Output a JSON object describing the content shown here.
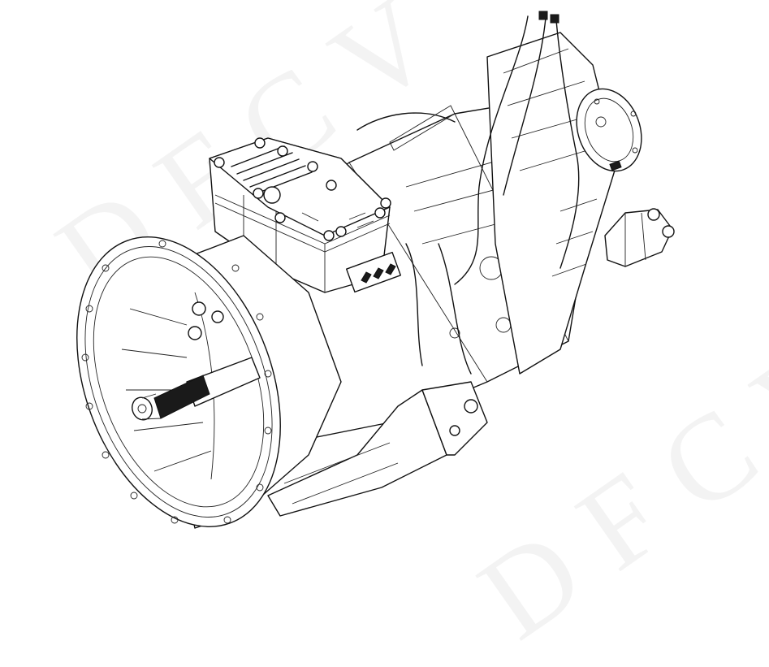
{
  "figure": {
    "subject": "Truck transmission assembly (isometric line drawing)",
    "style": "black line art on white background",
    "background_color": "#ffffff",
    "line_color": "#111111"
  },
  "watermarks": [
    {
      "text": "DFCV",
      "position": "upper-left",
      "color": "#f3f3f3"
    },
    {
      "text": "DFCV",
      "position": "lower-right",
      "color": "#f3f3f3"
    }
  ],
  "components": [
    {
      "name": "clutch bell housing",
      "position": "front-left"
    },
    {
      "name": "splined input shaft",
      "position": "center of bell housing"
    },
    {
      "name": "transmission control unit",
      "position": "top-center"
    },
    {
      "name": "main gearbox housing",
      "position": "center"
    },
    {
      "name": "range/splitter housing",
      "position": "upper-right"
    },
    {
      "name": "output flange",
      "position": "right"
    },
    {
      "name": "power take-off",
      "position": "right-lower"
    },
    {
      "name": "shift cylinder",
      "position": "bottom-center"
    },
    {
      "name": "air lines / wiring harness",
      "position": "top-right"
    }
  ]
}
